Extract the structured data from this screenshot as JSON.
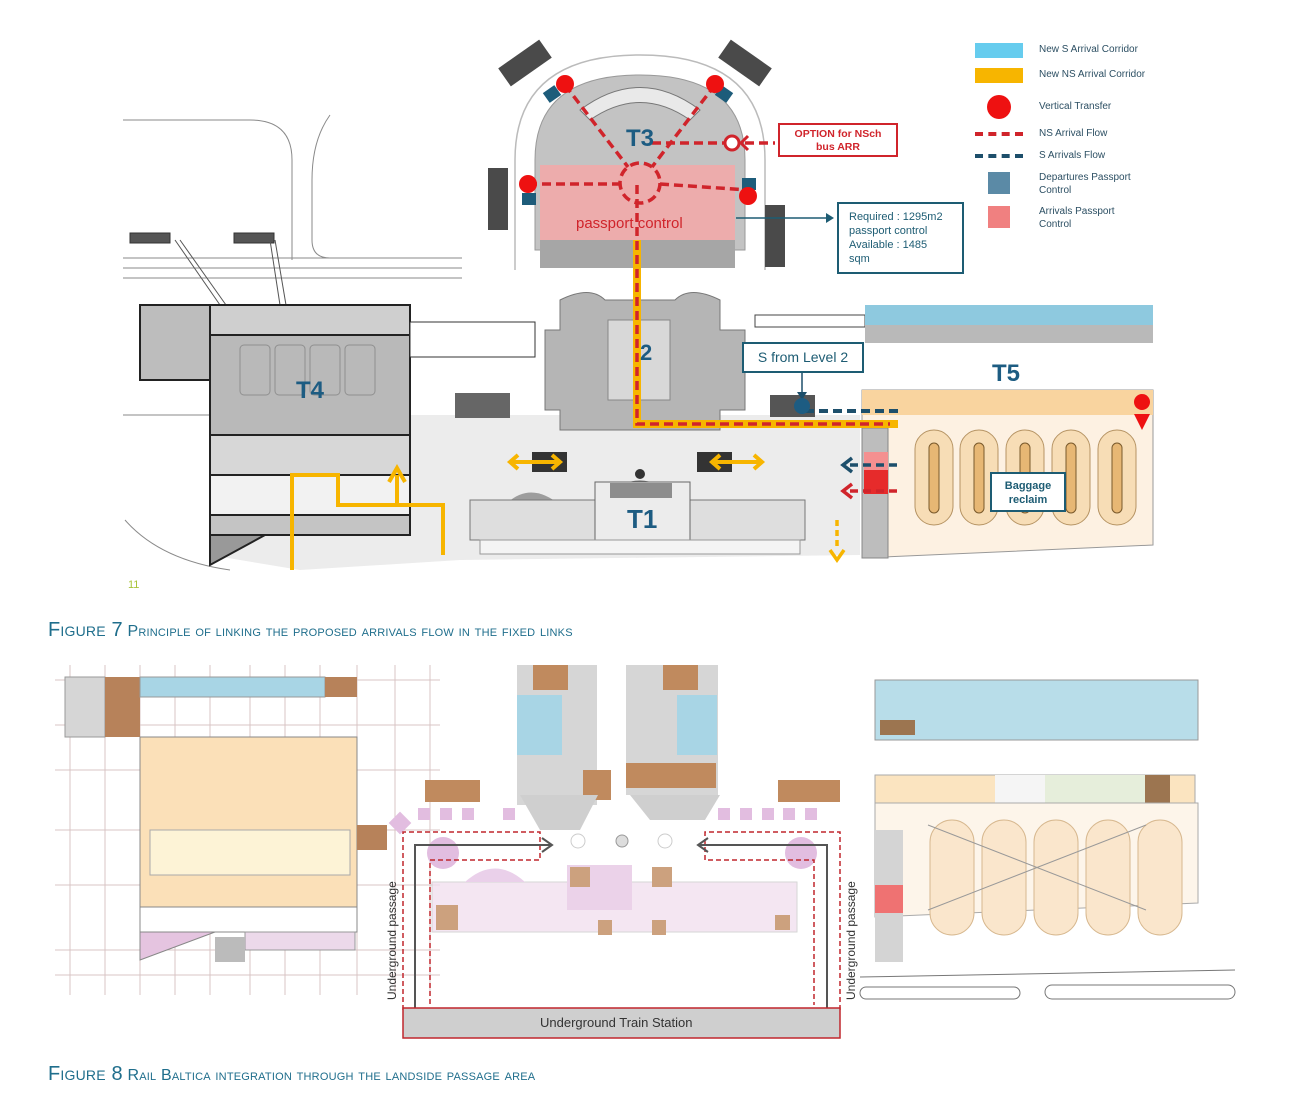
{
  "figure7": {
    "caption_prefix": "Figure 7",
    "caption_text": "Principle of linking the proposed arrivals flow in the fixed links",
    "page_number": "11",
    "terminals": {
      "t1": "T1",
      "t2": "2",
      "t3": "T3",
      "t4": "T4",
      "t5": "T5"
    },
    "passport_control_label": "passport control",
    "option_box": {
      "line1": "OPTION for NSch",
      "line2": "bus ARR"
    },
    "area_box": {
      "line1": "Required : 1295m2",
      "line2": "passport control",
      "line3": "Available : 1485",
      "line4": "sqm"
    },
    "s_from_level2": "S from  Level 2",
    "baggage_box": {
      "line1": "Baggage",
      "line2": "reclaim"
    },
    "legend": [
      {
        "icon": "cyan-bar",
        "label": "New S Arrival Corridor",
        "color": "#66ccee"
      },
      {
        "icon": "orange-bar",
        "label": "New NS Arrival Corridor",
        "color": "#f7b500"
      },
      {
        "icon": "red-circle",
        "label": "Vertical Transfer",
        "color": "#ee1111"
      },
      {
        "icon": "red-dashed-line",
        "label": "NS Arrival Flow",
        "color": "#d0242b"
      },
      {
        "icon": "blue-dashed-line",
        "label": "S Arrivals Flow",
        "color": "#1d4f6b"
      },
      {
        "icon": "steel-blue-square",
        "label": "Departures Passport Control",
        "color": "#5b8aa6"
      },
      {
        "icon": "pink-square",
        "label": "Arrivals Passport Control",
        "color": "#f08080"
      }
    ]
  },
  "figure8": {
    "caption_prefix": "Figure 8",
    "caption_text": "Rail Baltica integration through the landside passage area",
    "underground_passage_left": "Underground passage",
    "underground_passage_right": "Underground passage",
    "train_station_label": "Underground Train Station"
  },
  "colors": {
    "caption": "#1f6e8c",
    "terminal_label": "#1d5c82",
    "ns_flow": "#d0242b",
    "s_flow": "#1d4f6b",
    "ns_corridor": "#f7b500",
    "s_corridor": "#8ec9df",
    "arrivals_pc": "#f4b0b0"
  }
}
